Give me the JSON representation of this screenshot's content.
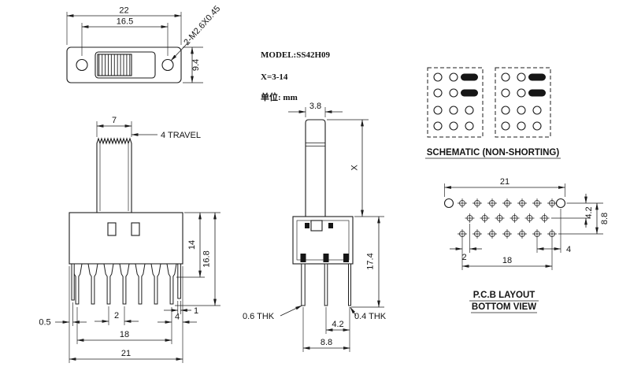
{
  "title_block": {
    "model": "MODEL:SS42H09",
    "x_range": "X=3-14",
    "unit": "单位: mm"
  },
  "front_view": {
    "dim_width": "22",
    "dim_hole_spacing": "16.5",
    "dim_height": "9.4",
    "hole_spec": "2-M2.6X0.45"
  },
  "side_view": {
    "dim_knob_width": "7",
    "dim_travel": "4 TRAVEL",
    "dim_body_height": "14",
    "dim_total_height": "16.8",
    "dim_pin_offset": "0.5",
    "dim_pin_pitch": "2",
    "dim_pin_width": "1",
    "dim_end_gap": "4",
    "dim_pin_span": "18",
    "dim_body_width": "21"
  },
  "profile_view": {
    "dim_actuator_width": "3.8",
    "dim_actuator_height": "X",
    "dim_height": "17.4",
    "dim_thk_front": "0.6 THK",
    "dim_thk_rear": "0.4 THK",
    "dim_row_pitch": "4.2",
    "dim_row_span": "8.8"
  },
  "schematic": {
    "caption": "SCHEMATIC (NON-SHORTING)"
  },
  "pcb": {
    "caption_line1": "P.C.B LAYOUT",
    "caption_line2": "BOTTOM VIEW",
    "dim_width": "21",
    "dim_stagger": "2",
    "dim_end_gap": "4",
    "dim_pad_span": "18",
    "dim_row_pitch": "4.2",
    "dim_row_span": "8.8"
  }
}
